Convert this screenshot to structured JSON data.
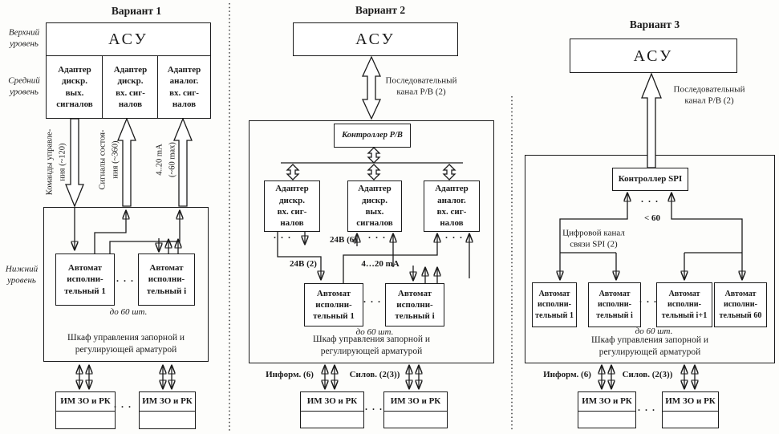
{
  "dots": "· · ·",
  "v1": {
    "title": "Вариант 1",
    "level_top": "Верхний\nуровень",
    "level_mid": "Средний\nуровень",
    "level_low": "Нижний\nуровень",
    "asu": "АСУ",
    "adapter_out": "Адаптер\nдискр.\nвых.\nсигналов",
    "adapter_in": "Адаптер\nдискр.\nвх. сиг-\nналов",
    "adapter_analog": "Адаптер\nаналог.\nвх. сиг-\nналов",
    "flow_commands": "Команды управле-\nния (~120)",
    "flow_status": "Сигналы состоя-\nния (~360)",
    "flow_analog": "4..20 mA\n(~60 max)",
    "automat_1": "Автомат\nисполни-\nтельный 1",
    "automat_i": "Автомат\nисполни-\nтельный i",
    "qty": "до 60 шт.",
    "cabinet": "Шкаф управления запорной и\nрегулирующей арматурой",
    "im_left": "ИМ ЗО и РК",
    "im_right": "ИМ ЗО и РК"
  },
  "v2": {
    "title": "Вариант 2",
    "asu": "АСУ",
    "serial_channel": "Последовательный\nканал Р/В (2)",
    "controller": "Контроллер Р/В",
    "adapter_in": "Адаптер\nдискр.\nвх. сиг-\nналов",
    "adapter_out": "Адаптер\nдискр.\nвых.\nсигналов",
    "adapter_analog": "Адаптер\nаналог.\nвх. сиг-\nналов",
    "label_24v6": "24В (6)",
    "label_24v2": "24В (2)",
    "label_420ma": "4…20 mA",
    "automat_1": "Автомат\nисполни-\nтельный 1",
    "automat_i": "Автомат\nисполни-\nтельный i",
    "qty": "до 60 шт.",
    "cabinet": "Шкаф управления запорной и\nрегулирующей арматурой",
    "label_inform": "Информ. (6)",
    "label_power": "Силов. (2(3))",
    "im_left": "ИМ ЗО и РК",
    "im_right": "ИМ ЗО и РК"
  },
  "v3": {
    "title": "Вариант 3",
    "asu": "АСУ",
    "serial_channel": "Последовательный\nканал Р/В (2)",
    "controller": "Контроллер SPI",
    "lt60": "< 60",
    "digital_channel": "Цифровой канал\nсвязи SPI (2)",
    "automat_1": "Автомат\nисполни-\nтельный 1",
    "automat_i": "Автомат\nисполни-\nтельный i",
    "automat_i1": "Автомат\nисполни-\nтельный i+1",
    "automat_60": "Автомат\nисполни-\nтельный 60",
    "qty": "до 60 шт.",
    "cabinet": "Шкаф управления запорной и\nрегулирующей арматурой",
    "label_inform": "Информ. (6)",
    "label_power": "Силов. (2(3))",
    "im_left": "ИМ ЗО и РК",
    "im_right": "ИМ ЗО и РК"
  }
}
